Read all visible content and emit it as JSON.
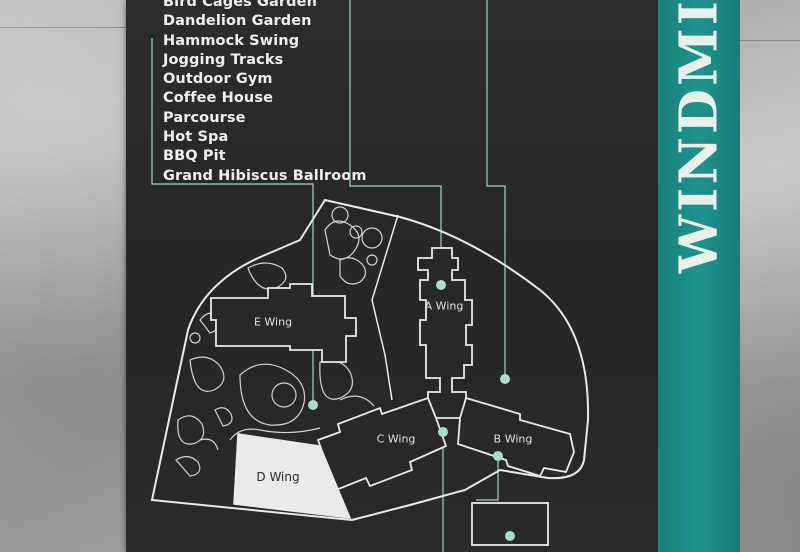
{
  "sign": {
    "title": "WINDMII",
    "amenities": [
      "Bird Cages Garden",
      "Dandelion Garden",
      "Hammock Swing",
      "Jogging Tracks",
      "Outdoor Gym",
      "Coffee House",
      "Parcourse",
      "Hot Spa",
      "BBQ Pit",
      "Grand Hibiscus Ballroom"
    ],
    "wings": {
      "a": "A Wing",
      "b": "B Wing",
      "c": "C Wing",
      "d": "D Wing",
      "e": "E Wing"
    }
  },
  "colors": {
    "board": "#282927",
    "accent_teal": "#1a8a82",
    "line": "#e8ece8",
    "connector": "#9fd4c6",
    "marker": "#a9dccb"
  }
}
